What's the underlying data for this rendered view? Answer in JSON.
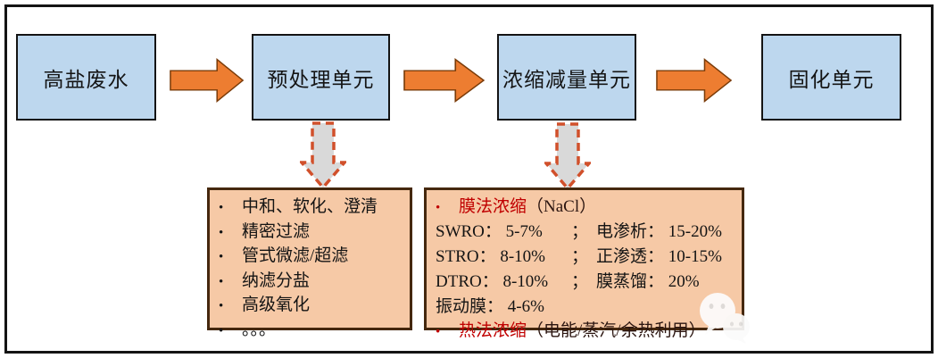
{
  "flow": {
    "nodes": [
      {
        "label": "高盐废水"
      },
      {
        "label": "预处理单元"
      },
      {
        "label": "浓缩减量单元"
      },
      {
        "label": "固化单元"
      }
    ]
  },
  "pretreatment": {
    "items": [
      "中和、软化、澄清",
      "精密过滤",
      "管式微滤/超滤",
      "纳滤分盐",
      "高级氧化",
      "。。。"
    ]
  },
  "concentration": {
    "membrane_heading": "膜法浓缩",
    "membrane_paren": "（NaCl）",
    "rows": [
      {
        "left": "SWRO： 5-7%",
        "sep": "；",
        "right": "电渗析： 15-20%"
      },
      {
        "left": "STRO： 8-10%",
        "sep": "；",
        "right": "正渗透： 10-15%"
      },
      {
        "left": "DTRO： 8-10%",
        "sep": "；",
        "right": "膜蒸馏： 20%"
      },
      {
        "left": "振动膜： 4-6%",
        "sep": "",
        "right": ""
      }
    ],
    "thermal_heading": "热法浓缩",
    "thermal_paren": "（电能/蒸汽/余热利用）"
  },
  "bullet_glyph": "•",
  "colors": {
    "node-fill": "#bdd7ee",
    "node-border": "#141414",
    "arrow-fill": "#ed7d31",
    "arrow-stroke": "#7a3b08",
    "darrow-fill": "#d9d9d9",
    "darrow-stroke": "#d1502b",
    "detail-fill": "#f6c9a6",
    "detail-border": "#45280e",
    "red": "#c00000",
    "ink": "#141414",
    "bg": "#ffffff"
  }
}
